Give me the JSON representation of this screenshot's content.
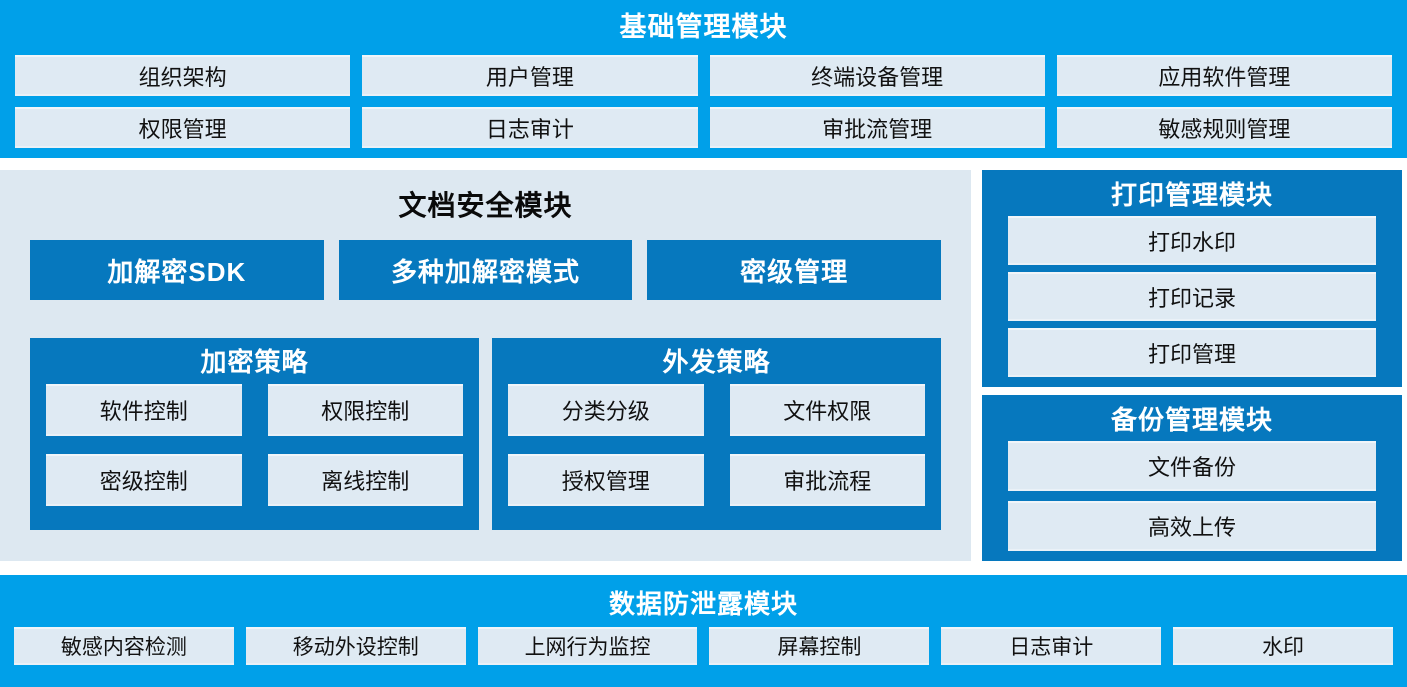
{
  "colors": {
    "azure": "#00A0E9",
    "dark_blue": "#0678BE",
    "panel_light": "#DDE8F1",
    "button_light": "#DFEAF3",
    "text_dark": "#111111",
    "text_light": "#FFFFFF"
  },
  "top_module": {
    "title": "基础管理模块",
    "items": [
      "组织架构",
      "用户管理",
      "终端设备管理",
      "应用软件管理",
      "权限管理",
      "日志审计",
      "审批流管理",
      "敏感规则管理"
    ]
  },
  "document_module": {
    "title": "文档安全模块",
    "features": [
      "加解密SDK",
      "多种加解密模式",
      "密级管理"
    ],
    "panels": [
      {
        "title": "加密策略",
        "items": [
          "软件控制",
          "权限控制",
          "密级控制",
          "离线控制"
        ]
      },
      {
        "title": "外发策略",
        "items": [
          "分类分级",
          "文件权限",
          "授权管理",
          "审批流程"
        ]
      }
    ]
  },
  "print_module": {
    "title": "打印管理模块",
    "items": [
      "打印水印",
      "打印记录",
      "打印管理"
    ]
  },
  "backup_module": {
    "title": "备份管理模块",
    "items": [
      "文件备份",
      "高效上传"
    ]
  },
  "dlp_module": {
    "title": "数据防泄露模块",
    "items": [
      "敏感内容检测",
      "移动外设控制",
      "上网行为监控",
      "屏幕控制",
      "日志审计",
      "水印"
    ]
  }
}
